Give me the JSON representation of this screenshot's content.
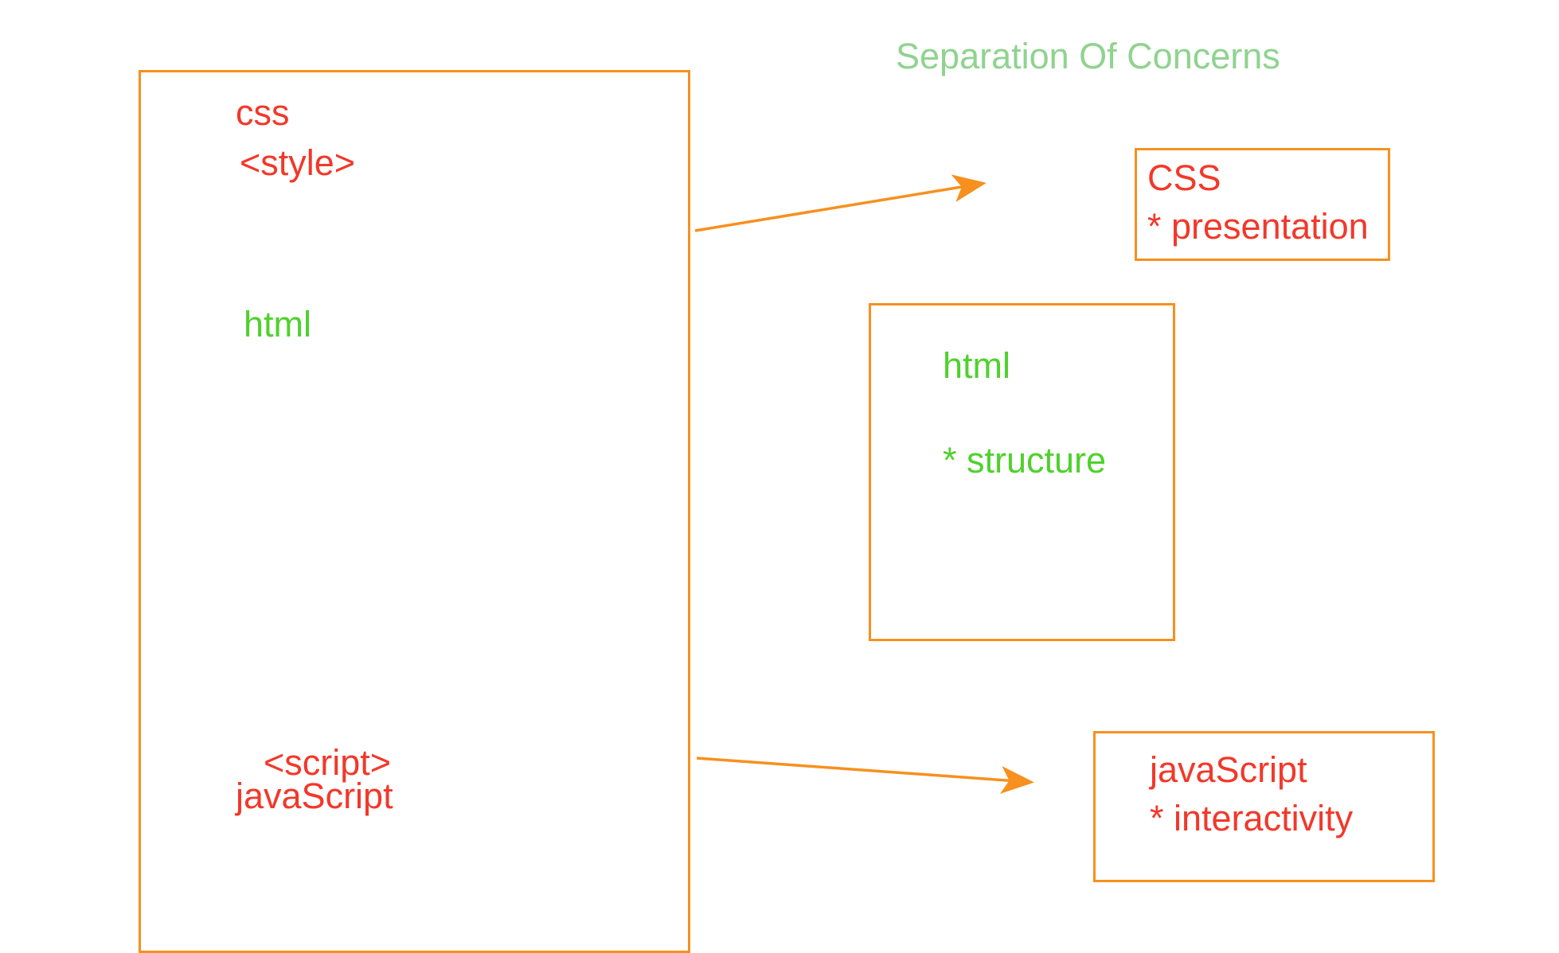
{
  "title": "Separation Of Concerns",
  "colors": {
    "box_border": "#f7901e",
    "red_text": "#f2382a",
    "green_text": "#4fd12c",
    "title_text": "#8fd38f",
    "arrow": "#f7901e"
  },
  "page_box": {
    "css_label": "css",
    "style_tag": "<style>",
    "html_label": "html",
    "script_tag": "<script>",
    "javascript_label": "javaScript"
  },
  "css_box": {
    "heading": "CSS",
    "note": "* presentation"
  },
  "html_box": {
    "heading": "html",
    "note": "* structure"
  },
  "js_box": {
    "heading": "javaScript",
    "note": "* interactivity"
  }
}
